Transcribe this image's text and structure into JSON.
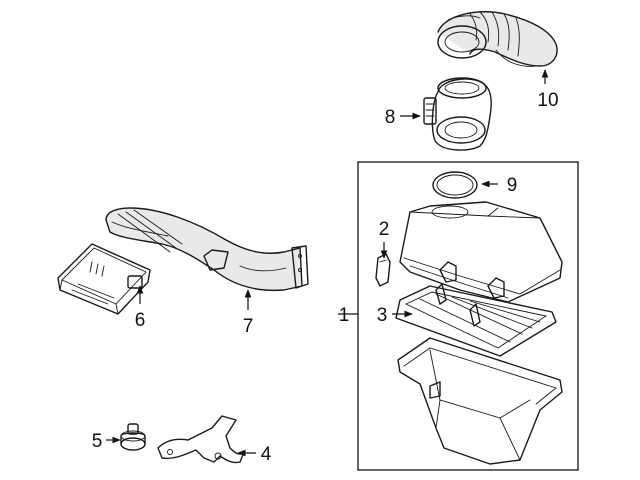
{
  "diagram": {
    "callouts": [
      {
        "id": "1",
        "text": "1"
      },
      {
        "id": "2",
        "text": "2"
      },
      {
        "id": "3",
        "text": "3"
      },
      {
        "id": "4",
        "text": "4"
      },
      {
        "id": "5",
        "text": "5"
      },
      {
        "id": "6",
        "text": "6"
      },
      {
        "id": "7",
        "text": "7"
      },
      {
        "id": "8",
        "text": "8"
      },
      {
        "id": "9",
        "text": "9"
      },
      {
        "id": "10",
        "text": "10"
      }
    ],
    "colors": {
      "line": "#1a1a1a",
      "background": "#ffffff"
    }
  }
}
